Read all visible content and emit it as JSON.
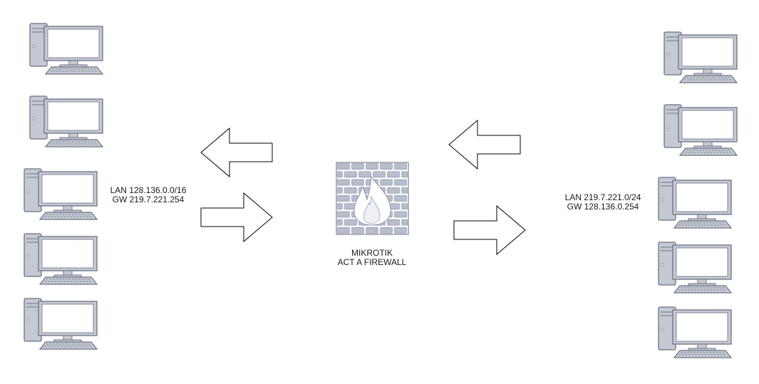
{
  "colors": {
    "device_fill": "#c5c9d3",
    "device_stroke": "#6b7286",
    "screen_fill": "#ffffff",
    "brick_fill": "#b7bdcc",
    "brick_stroke": "#7a8396",
    "wall_fill": "#ffffff",
    "flame_fill": "#ffffff",
    "arrow_stroke": "#000000"
  },
  "icons": {
    "computer": "desktop-computer-icon",
    "firewall": "firewall-brick-wall-flame-icon",
    "arrow": "hollow-arrow"
  },
  "left_network": {
    "lan": "LAN 128.136.0.0/16",
    "gw": "GW 219.7.221.254",
    "computer_count": 5
  },
  "right_network": {
    "lan": "LAN 219.7.221.0/24",
    "gw": "GW 128.136.0.254",
    "computer_count": 5
  },
  "firewall": {
    "name": "MIKROTIK",
    "role": "ACT A FIREWALL"
  },
  "arrows": [
    {
      "side": "left",
      "direction": "left"
    },
    {
      "side": "left",
      "direction": "right"
    },
    {
      "side": "right",
      "direction": "left"
    },
    {
      "side": "right",
      "direction": "right"
    }
  ]
}
